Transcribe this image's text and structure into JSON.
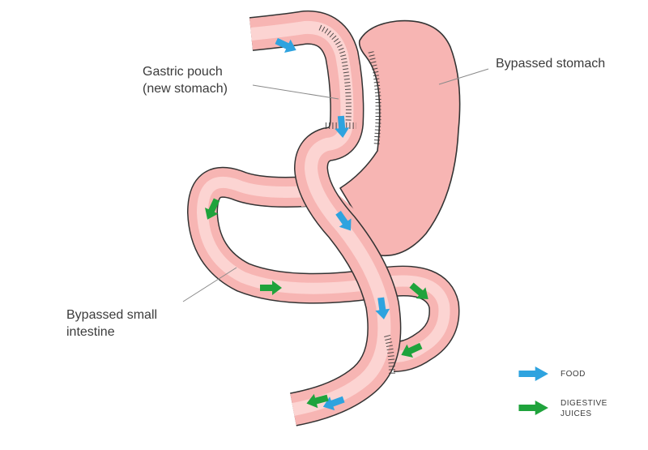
{
  "labels": {
    "gastric_pouch_line1": "Gastric pouch",
    "gastric_pouch_line2": "(new stomach)",
    "bypassed_stomach": "Bypassed stomach",
    "bypassed_small_intestine_line1": "Bypassed small",
    "bypassed_small_intestine_line2": "intestine"
  },
  "legend": {
    "food_label": "FOOD",
    "digestive_line1": "DIGESTIVE",
    "digestive_line2": "JUICES"
  },
  "colors": {
    "tissue_fill": "#f7b5b3",
    "tissue_core": "#fcd4d2",
    "outline": "#333333",
    "food_arrow": "#2ea3df",
    "digestive_arrow": "#1fa33c",
    "leader_line": "#8a8a8a"
  },
  "icons": [
    "food-arrow-icon",
    "digestive-juices-arrow-icon"
  ]
}
